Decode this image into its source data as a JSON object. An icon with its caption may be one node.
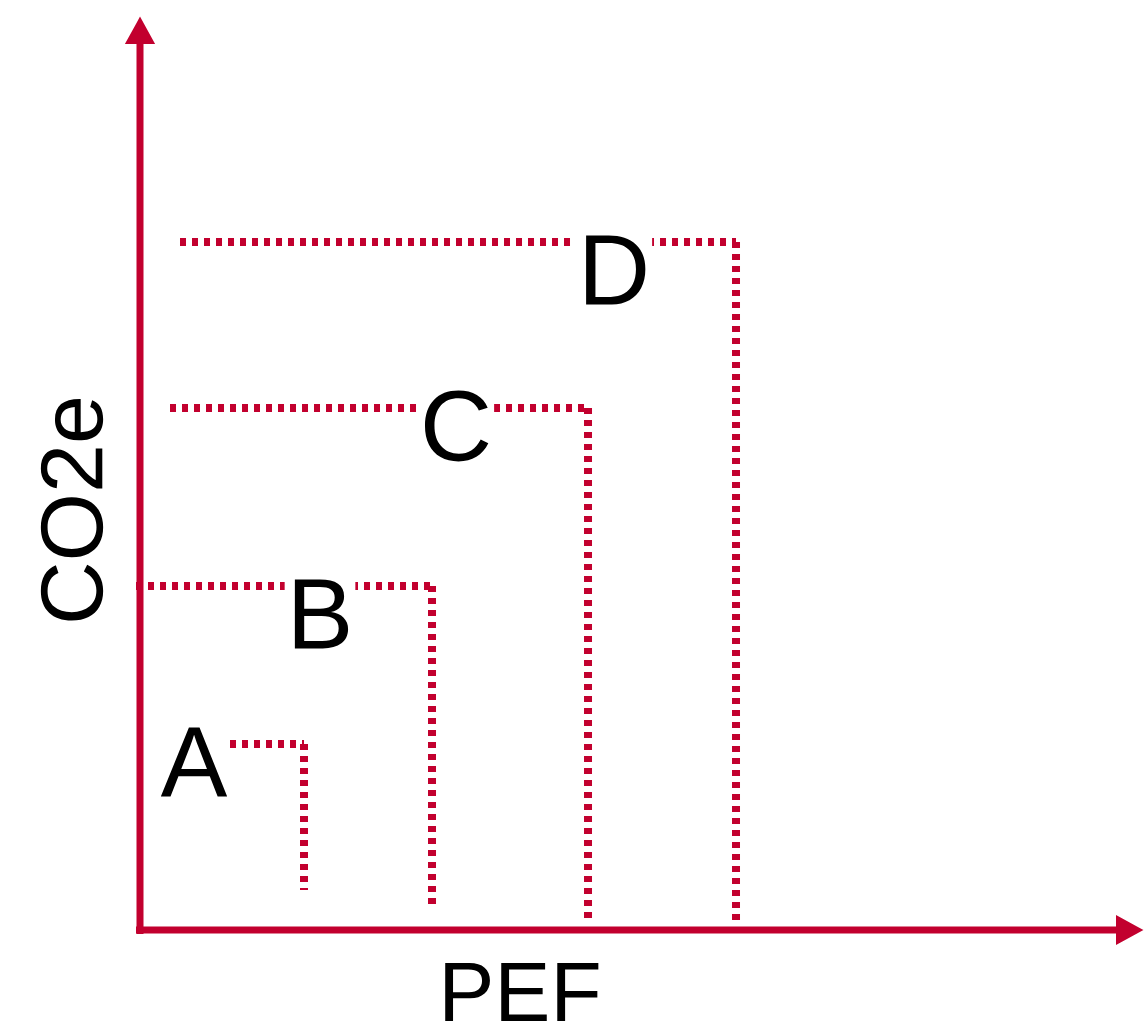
{
  "diagram": {
    "labels": [
      "D",
      "C",
      "CO2e",
      "B",
      "A",
      "PEF"
    ]
  }
}
